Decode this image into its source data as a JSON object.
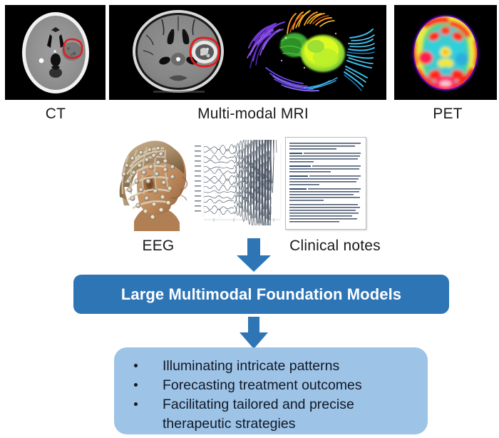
{
  "figure": {
    "type": "multimodal-medical-ai-pipeline-diagram",
    "background_color": "#FFFFFF",
    "accent_color": "#2E75B6",
    "secondary_color": "#9DC3E6"
  },
  "inputs_top": [
    {
      "label": "CT",
      "icon": "ct-axial-brain-scan",
      "description": "Grayscale axial CT head slice with red circled lesion in left hemisphere"
    },
    {
      "label": "Multi-modal MRI",
      "icon": "mri-axial-and-dti-tractography",
      "description": "Axial contrast MRI slice with red circled enhancing lesion, plus colored DTI fiber tractography rendering"
    },
    {
      "label": "PET",
      "icon": "pet-brain-scan",
      "description": "Rainbow colormap PET axial brain metabolic image"
    }
  ],
  "inputs_middle": [
    {
      "label": "EEG",
      "icon": "eeg-cap-head-photo",
      "description": "Profile photograph of head wearing dense EEG electrode cap next to multichannel EEG waveform traces"
    },
    {
      "label": "Clinical notes",
      "icon": "clinical-notes-document",
      "description": "Page of dense typed radiology/clinical report text"
    }
  ],
  "arrows": [
    {
      "name": "inputs-to-model-arrow",
      "direction": "down",
      "color": "#2E75B6"
    },
    {
      "name": "model-to-outcomes-arrow",
      "direction": "down",
      "color": "#2E75B6"
    }
  ],
  "model_banner": {
    "title": "Large Multimodal Foundation Models",
    "background_color": "#2E75B6",
    "text_color": "#FFFFFF"
  },
  "outcomes": {
    "background_color": "#9DC3E6",
    "items": [
      "Illuminating intricate patterns",
      "Forecasting treatment outcomes",
      "Facilitating tailored and precise",
      "therapeutic strategies"
    ]
  }
}
